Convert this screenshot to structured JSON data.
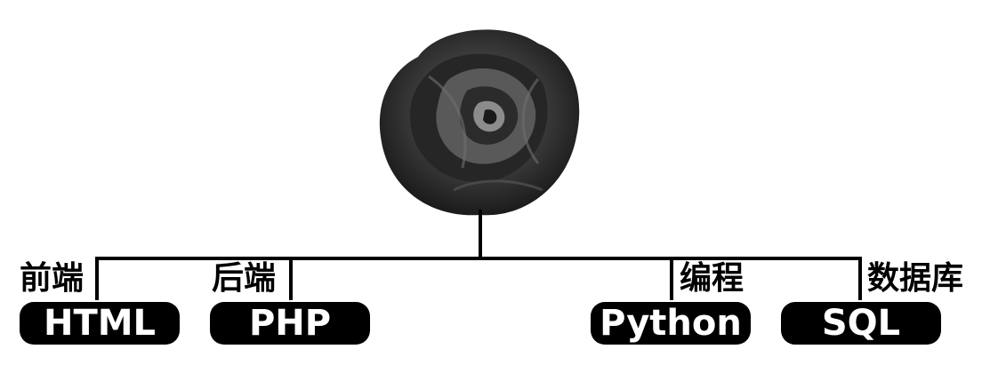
{
  "nodes": [
    {
      "label": "前端",
      "tech": "HTML"
    },
    {
      "label": "后端",
      "tech": "PHP"
    },
    {
      "label": "编程",
      "tech": "Python"
    },
    {
      "label": "数据库",
      "tech": "SQL"
    }
  ],
  "colors": {
    "ink": "#000000",
    "pill_text": "#ffffff",
    "background": "#ffffff"
  },
  "root_icon": "rose-icon"
}
